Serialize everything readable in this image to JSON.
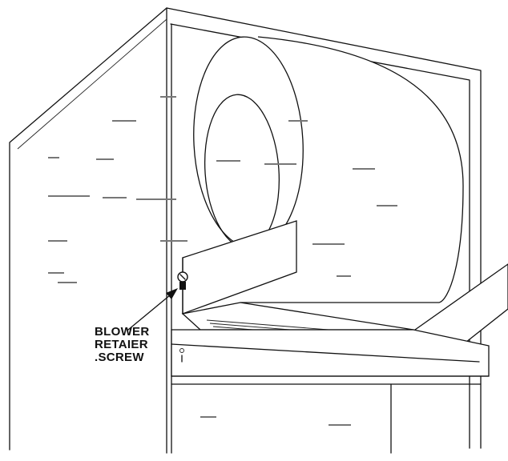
{
  "callout": {
    "lines": [
      "BLOWER",
      "RETAIER",
      ".SCREW"
    ]
  }
}
